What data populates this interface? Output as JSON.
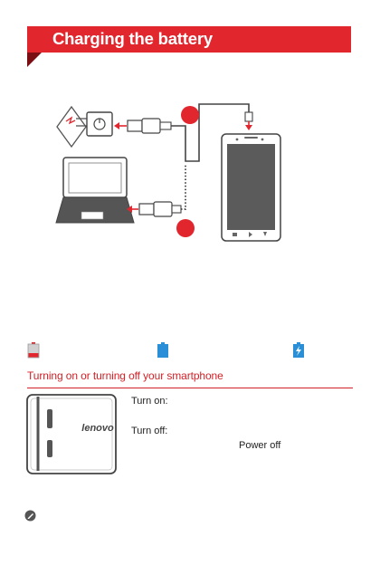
{
  "section": {
    "title": "Charging the battery"
  },
  "diagram": {
    "step_markers": [
      "",
      ""
    ],
    "brand_logo_text": "lenovo"
  },
  "battery_indicators": [
    {
      "icon": "battery-low-icon",
      "color": "#e1262d"
    },
    {
      "icon": "battery-full-icon",
      "color": "#2a8fd6"
    },
    {
      "icon": "battery-charging-icon",
      "color": "#2a8fd6"
    }
  ],
  "power_section": {
    "heading": "Turning on or turning off your smartphone",
    "turn_on_label": "Turn on:",
    "turn_off_label": "Turn off:",
    "power_off_label": "Power off"
  },
  "note": {
    "icon": "note-pencil-icon"
  },
  "colors": {
    "accent_red": "#e1262d",
    "battery_blue": "#2a8fd6"
  }
}
